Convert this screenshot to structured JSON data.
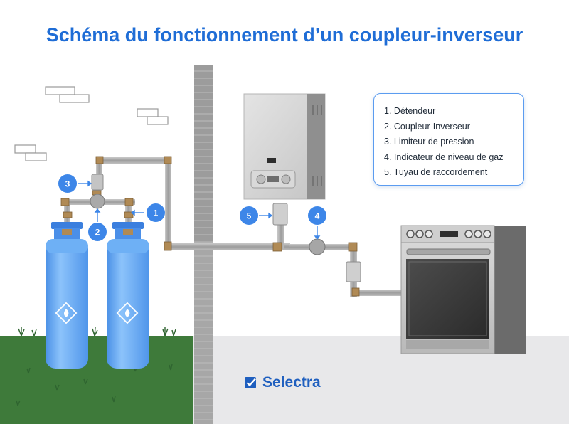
{
  "title": "Schéma du fonctionnement d’un coupleur-inverseur",
  "legend": [
    "1. Détendeur",
    "2. Coupleur-Inverseur",
    "3. Limiteur de pression",
    "4. Indicateur de niveau de gaz",
    "5. Tuyau de raccordement"
  ],
  "markers": [
    "1",
    "2",
    "3",
    "4",
    "5"
  ],
  "brand": "Selectra",
  "colors": {
    "title": "#1f6dd6",
    "accent": "#3d86e8",
    "cylinder": "#5fa6f2",
    "grass": "#3d7a3a",
    "floor": "#e8e8ea"
  },
  "icons": [
    "flame-diamond-icon",
    "selectra-logo-icon"
  ]
}
